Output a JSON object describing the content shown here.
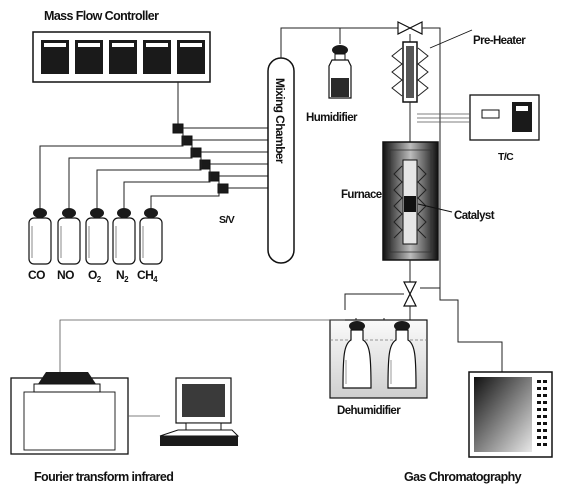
{
  "labels": {
    "mfc": "Mass Flow Controller",
    "mixing": "Mixing Chamber",
    "humidifier": "Humidifier",
    "preheater": "Pre-Heater",
    "tc": "T/C",
    "furnace": "Furnace",
    "catalyst": "Catalyst",
    "sv": "S/V",
    "dehumidifier": "Dehumidifier",
    "ftir": "Fourier transform infrared",
    "gc": "Gas Chromatography"
  },
  "gases": [
    {
      "main": "CO",
      "sub": ""
    },
    {
      "main": "NO",
      "sub": ""
    },
    {
      "main": "O",
      "sub": "2"
    },
    {
      "main": "N",
      "sub": "2"
    },
    {
      "main": "CH",
      "sub": "4"
    }
  ],
  "colors": {
    "ink": "#111111",
    "dark_panel": "#1a1a1a",
    "display": "#3a3a3a"
  },
  "icons": [
    "valve-icon",
    "gas-cylinder-icon",
    "heater-coil-icon",
    "monitor-icon"
  ]
}
